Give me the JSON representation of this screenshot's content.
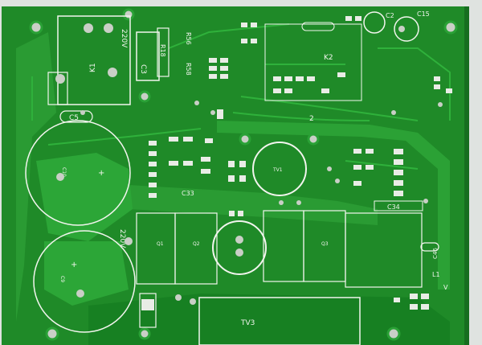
{
  "photo": {
    "colors": {
      "background": "#dfe3e0",
      "board": "#1f8a28",
      "board_dark": "#156d1f",
      "copper": "#2aa136",
      "silkscreen": "#f2f5ee",
      "pad": "#c9cfc6"
    },
    "silkscreen_labels": {
      "voltage_top": "220V",
      "voltage_mid": "220V",
      "relay_k1": "K1",
      "relay_k2": "K2",
      "c3": "C3",
      "c5": "C5",
      "c2": "C2",
      "c15": "C15",
      "c33": "C33",
      "c34": "C34",
      "c46": "C46",
      "r18": "R18",
      "r56": "R56",
      "r58": "R58",
      "tv1": "TV1",
      "tv3": "TV3",
      "l1": "L1",
      "q1": "Q1",
      "q2": "Q2",
      "q3": "Q3",
      "c10": "C10",
      "c9": "C9",
      "num2": "2",
      "v": "V"
    }
  }
}
